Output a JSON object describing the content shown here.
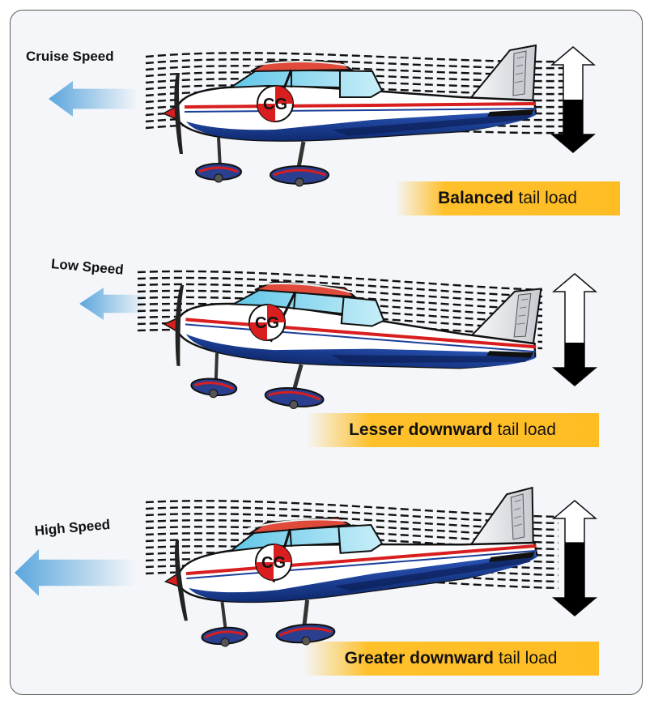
{
  "panels": [
    {
      "id": "cruise",
      "speed_label": "Cruise Speed",
      "cg_label": "CG",
      "caption_bold": "Balanced",
      "caption_rest": "tail load",
      "tail_load_fraction": 0.5
    },
    {
      "id": "low",
      "speed_label": "Low Speed",
      "cg_label": "CG",
      "caption_bold": "Lesser downward",
      "caption_rest": "tail load",
      "tail_load_fraction": 0.33
    },
    {
      "id": "high",
      "speed_label": "High Speed",
      "cg_label": "CG",
      "caption_bold": "Greater downward",
      "caption_rest": "tail load",
      "tail_load_fraction": 0.7
    }
  ],
  "colors": {
    "caption_bg": "#ffbd24",
    "fuselage_blue": "#1a3f9a",
    "stripe_red": "#d81e1e",
    "arrow_blue": "#6aaee0",
    "arrow_fill": "#000000"
  },
  "icons": {
    "wind_arrow": "wind-arrow-icon",
    "tail_load_arrow": "tail-load-arrow-icon",
    "cg_marker": "cg-marker-icon",
    "airplane": "airplane-icon"
  }
}
